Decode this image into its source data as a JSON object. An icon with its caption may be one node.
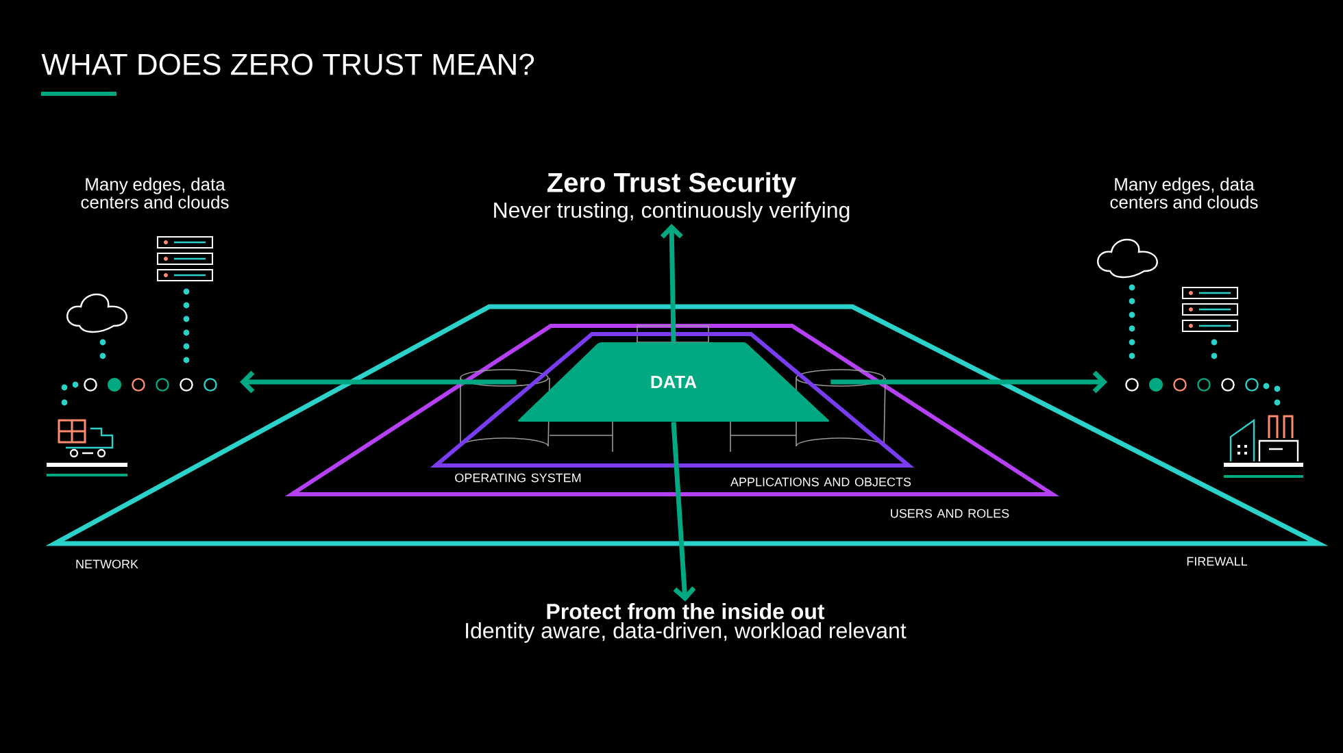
{
  "diagram": {
    "title": "WHAT DOES ZERO TRUST MEAN?",
    "nodes": [
      {
        "text": [
          "DATA"
        ]
      },
      {
        "text": [
          "Zero Trust Security",
          "Never trusting, continuously verifying"
        ]
      },
      {
        "text": [
          "Protect from the inside out",
          "Identity aware, data-driven, workload relevant"
        ]
      }
    ],
    "edges": [
      {
        "from": 0,
        "to": 1,
        "arrow": "to"
      },
      {
        "from": 0,
        "to": 2,
        "arrow": "to"
      },
      {
        "from": 0,
        "to": null,
        "arrow": "to"
      },
      {
        "from": 0,
        "to": null,
        "arrow": "to"
      }
    ],
    "labels": [
      "Many edges, data centers and clouds",
      "Many edges, data centers and clouds",
      "OPERATING SYSTEM",
      "APPLICATIONS AND OBJECTS",
      "USERS AND ROLES",
      "NETWORK",
      "FIREWALL"
    ]
  }
}
